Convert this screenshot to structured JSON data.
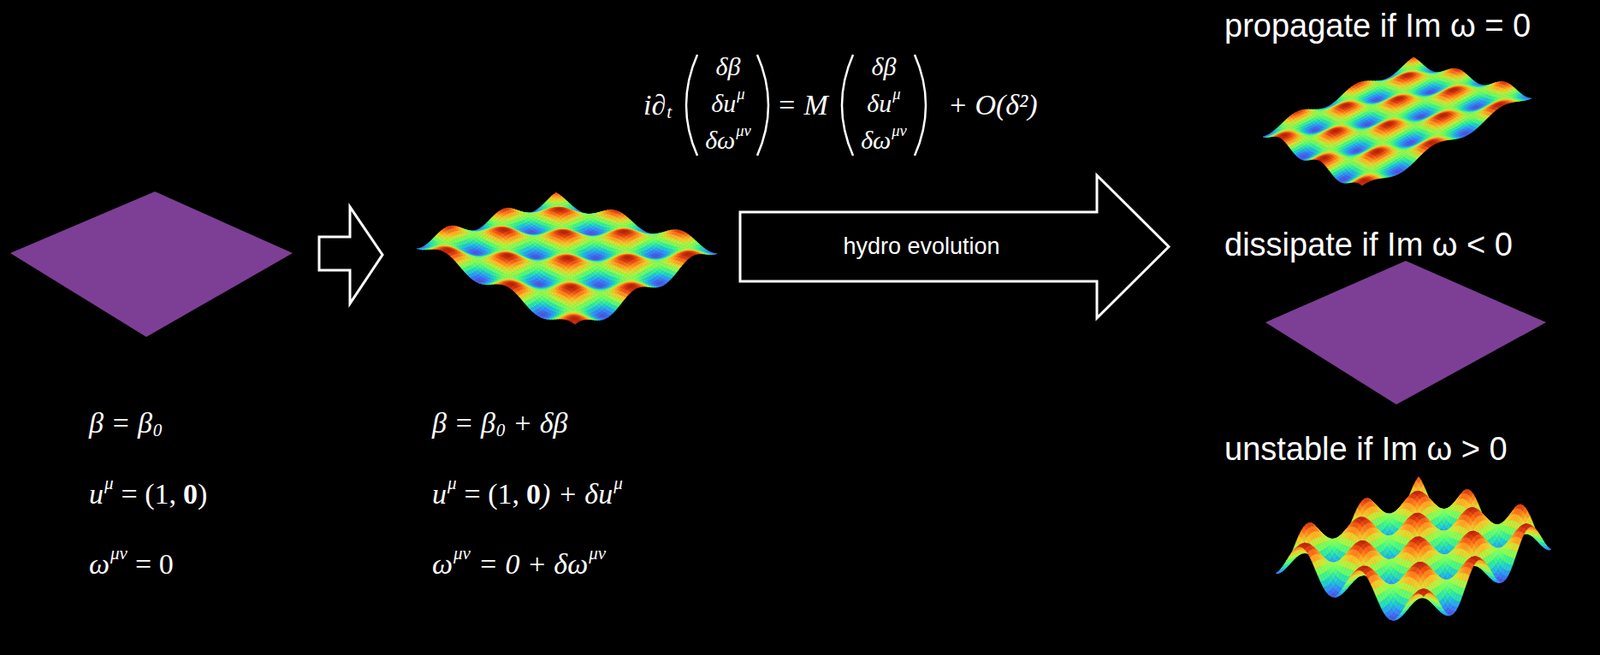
{
  "diagram": {
    "nodes": [
      {
        "text": [
          "hydro evolution"
        ]
      }
    ],
    "labels": [
      "β = β",
      "0",
      "u",
      "μ",
      "= (1,",
      "0",
      ")",
      "ω",
      "μν",
      "= 0",
      "β = β",
      "0",
      "+ δβ",
      "u",
      "μ",
      "= (1,",
      "0",
      ") + δu",
      "μ",
      "ω",
      "μν",
      "= 0 + δω",
      "μν",
      "i∂",
      "t",
      "δβ",
      "δu",
      "μ",
      "δω",
      "μν",
      "= M",
      "δβ",
      "δu",
      "μ",
      "δω",
      "μν",
      "+ O(δ²)",
      "propagate if Im ω = 0",
      "dissipate if Im ω < 0",
      "unstable if Im ω > 0"
    ]
  }
}
